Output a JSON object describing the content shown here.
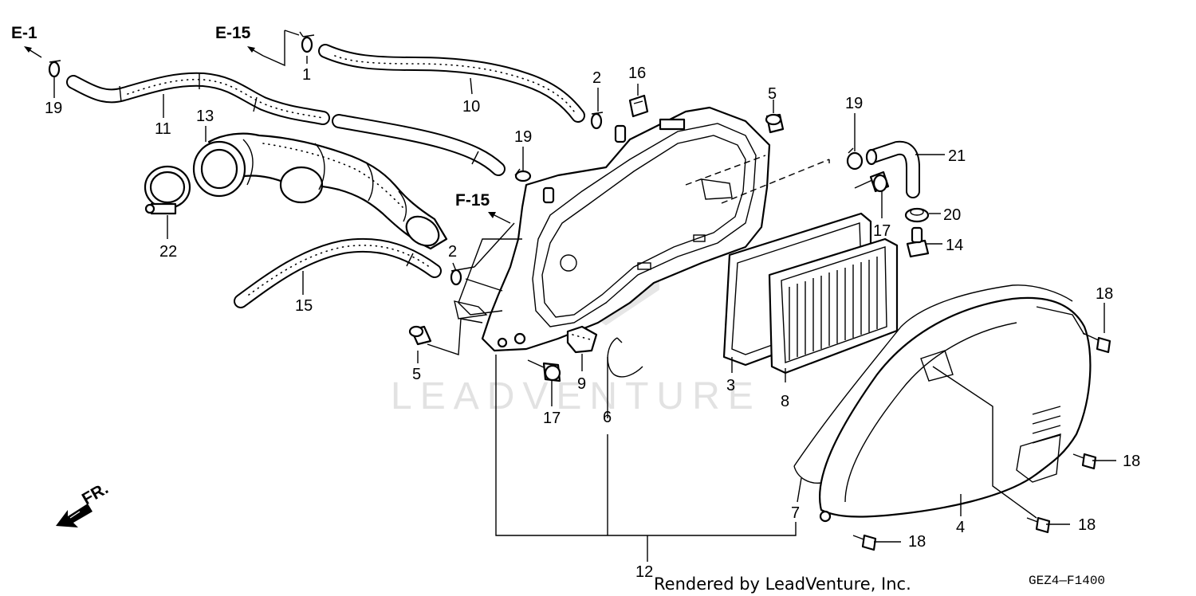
{
  "diagram": {
    "drawing_code": "GEZ4—F1400",
    "footer_text": "Rendered by LeadVenture, Inc.",
    "watermark": "LEADVENTURE",
    "direction_label": "FR.",
    "references": [
      {
        "id": "e1",
        "text": "E-1"
      },
      {
        "id": "e15",
        "text": "E-15"
      },
      {
        "id": "f15",
        "text": "F-15"
      }
    ],
    "callouts": [
      {
        "id": "c1",
        "text": "1",
        "part": "hose clip"
      },
      {
        "id": "c2a",
        "text": "2",
        "part": "hose clip"
      },
      {
        "id": "c2b",
        "text": "2",
        "part": "hose clip"
      },
      {
        "id": "c3",
        "text": "3",
        "part": "filter gasket"
      },
      {
        "id": "c4",
        "text": "4",
        "part": "air cleaner cover"
      },
      {
        "id": "c5a",
        "text": "5",
        "part": "grommet"
      },
      {
        "id": "c5b",
        "text": "5",
        "part": "grommet"
      },
      {
        "id": "c6",
        "text": "6",
        "part": "spring clip"
      },
      {
        "id": "c7",
        "text": "7",
        "part": "cover seal"
      },
      {
        "id": "c8",
        "text": "8",
        "part": "air filter element"
      },
      {
        "id": "c9",
        "text": "9",
        "part": "foam plug"
      },
      {
        "id": "c10",
        "text": "10",
        "part": "breather tube"
      },
      {
        "id": "c11",
        "text": "11",
        "part": "breather tube"
      },
      {
        "id": "c12",
        "text": "12",
        "part": "air cleaner case assembly"
      },
      {
        "id": "c13",
        "text": "13",
        "part": "connecting tube"
      },
      {
        "id": "c14",
        "text": "14",
        "part": "drain plug"
      },
      {
        "id": "c15",
        "text": "15",
        "part": "drain tube"
      },
      {
        "id": "c16",
        "text": "16",
        "part": "clip nut"
      },
      {
        "id": "c17a",
        "text": "17",
        "part": "bolt"
      },
      {
        "id": "c17b",
        "text": "17",
        "part": "bolt"
      },
      {
        "id": "c18a",
        "text": "18",
        "part": "screw"
      },
      {
        "id": "c18b",
        "text": "18",
        "part": "screw"
      },
      {
        "id": "c18c",
        "text": "18",
        "part": "screw"
      },
      {
        "id": "c18d",
        "text": "18",
        "part": "screw"
      },
      {
        "id": "c19a",
        "text": "19",
        "part": "hose clip"
      },
      {
        "id": "c19b",
        "text": "19",
        "part": "hose clip"
      },
      {
        "id": "c19c",
        "text": "19",
        "part": "hose clip"
      },
      {
        "id": "c20",
        "text": "20",
        "part": "clamp"
      },
      {
        "id": "c21",
        "text": "21",
        "part": "elbow tube"
      },
      {
        "id": "c22",
        "text": "22",
        "part": "tube band"
      }
    ]
  }
}
